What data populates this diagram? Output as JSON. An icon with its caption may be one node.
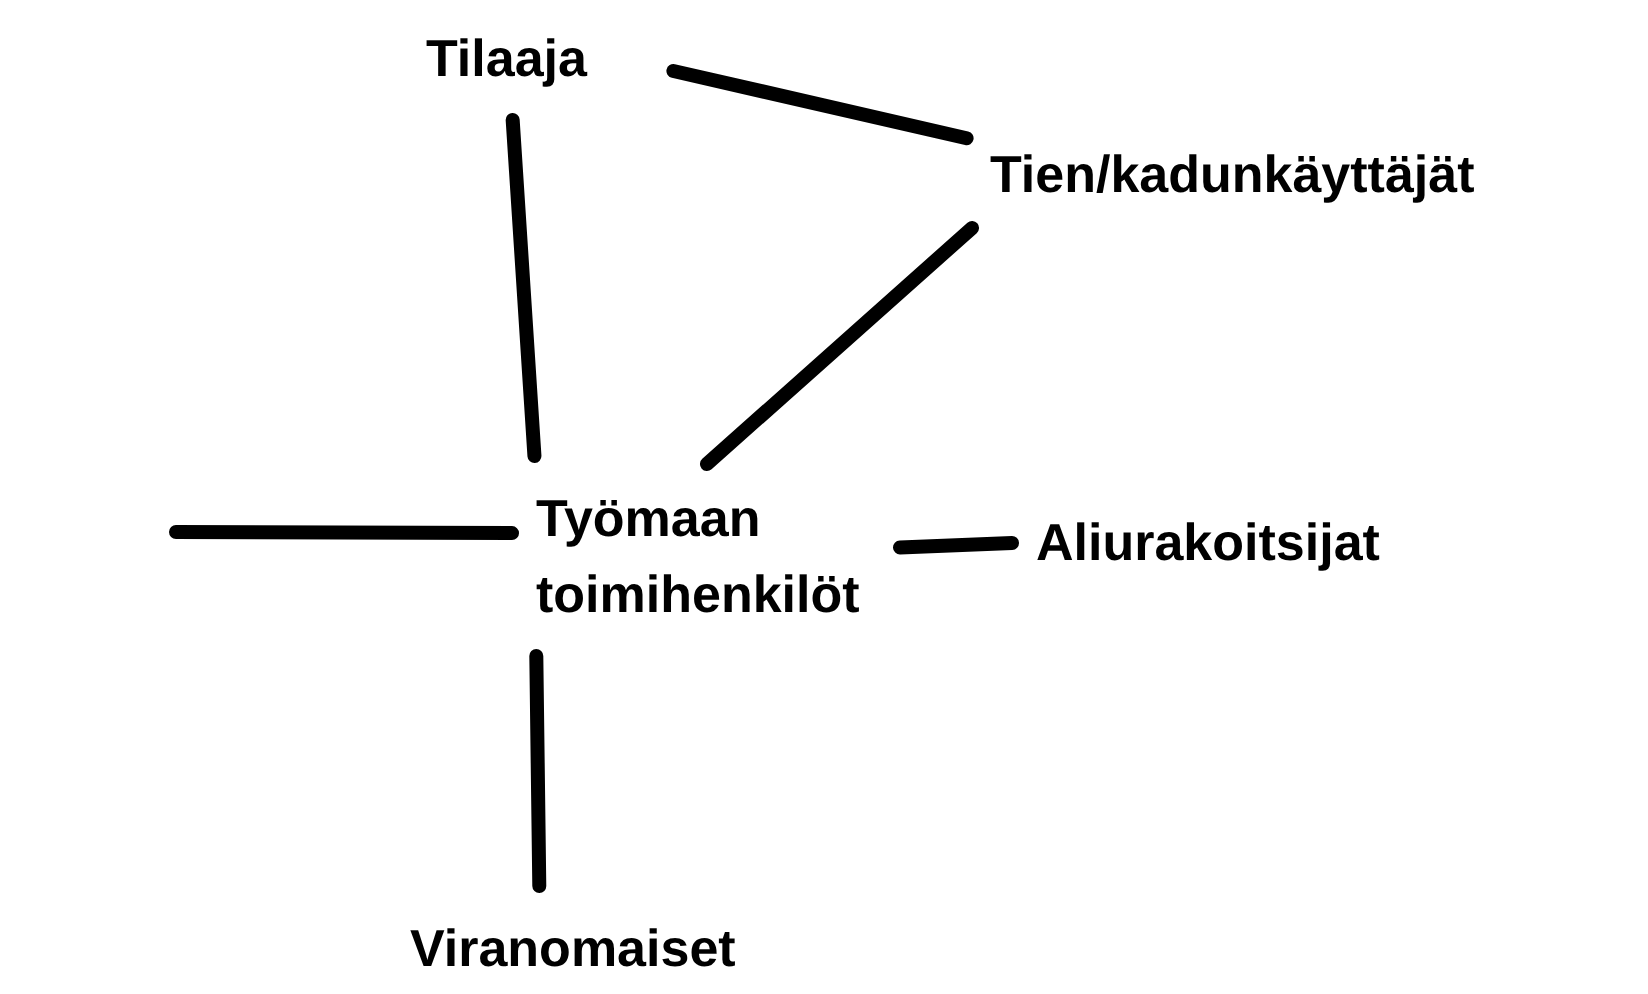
{
  "diagram": {
    "nodes": [
      {
        "text": [
          "Tilaaja"
        ]
      },
      {
        "text": [
          "Tien/kadunkäyttäjät"
        ]
      },
      {
        "text": [
          "Työmaan toimihenkilöt"
        ]
      },
      {
        "text": [
          "Aliurakoitsijat"
        ]
      },
      {
        "text": [
          "Viranomaiset"
        ]
      }
    ],
    "edges": [
      {
        "from": 0,
        "to": 1,
        "arrow": "none"
      },
      {
        "from": 0,
        "to": 2,
        "arrow": "none"
      },
      {
        "from": 1,
        "to": 2,
        "arrow": "none"
      },
      {
        "from": null,
        "to": 2,
        "arrow": "none"
      },
      {
        "from": 2,
        "to": 3,
        "arrow": "none"
      },
      {
        "from": 2,
        "to": 4,
        "arrow": "none"
      }
    ]
  }
}
